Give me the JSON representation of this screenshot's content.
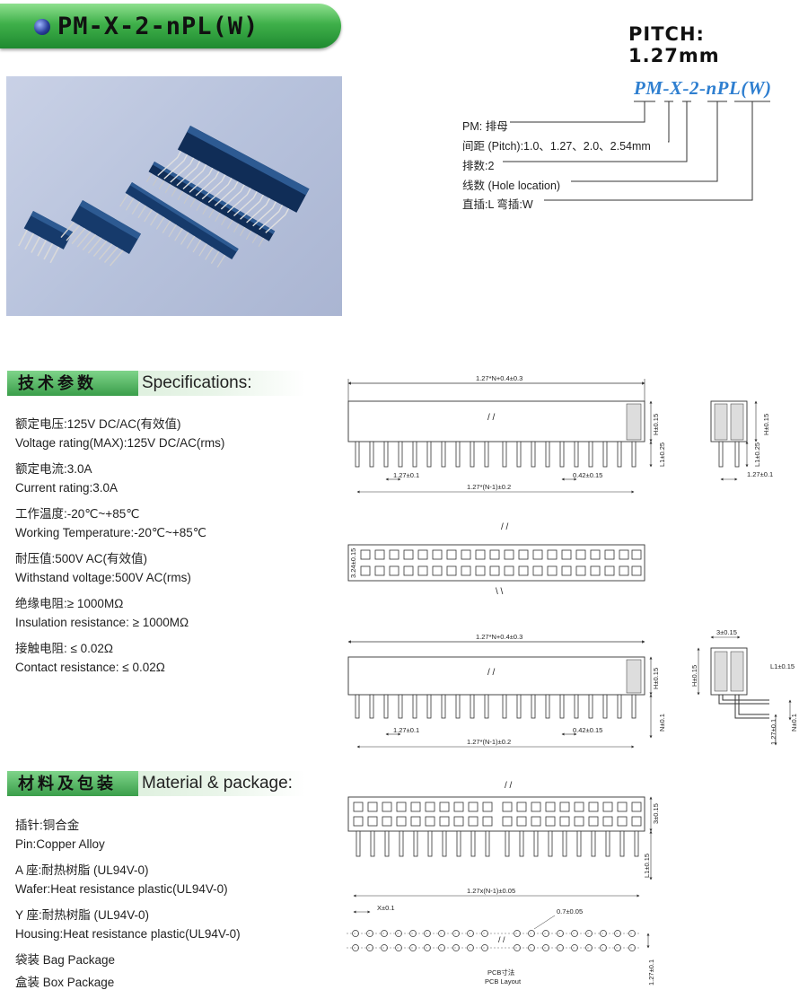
{
  "header": {
    "title": "PM-X-2-nPL(W)",
    "pitch": "PITCH: 1.27mm"
  },
  "naming": {
    "code": "PM-X-2-nPL(W)",
    "rows": [
      "PM: 排母",
      "间距 (Pitch):1.0、1.27、2.0、2.54mm",
      "排数:2",
      "线数 (Hole location)",
      "直插:L  弯插:W"
    ]
  },
  "specifications": {
    "title_cn": "技术参数",
    "title_en": "Specifications:",
    "items": [
      "额定电压:125V DC/AC(有效值)",
      "Voltage rating(MAX):125V DC/AC(rms)",
      "额定电流:3.0A",
      "Current rating:3.0A",
      "工作温度:-20℃~+85℃",
      "Working Temperature:-20℃~+85℃",
      "耐压值:500V AC(有效值)",
      "Withstand voltage:500V AC(rms)",
      "绝缘电阻:≥ 1000MΩ",
      "Insulation resistance: ≥ 1000MΩ",
      "接触电阻: ≤ 0.02Ω",
      "Contact resistance: ≤ 0.02Ω"
    ]
  },
  "material": {
    "title_cn": "材料及包装",
    "title_en": "Material & package:",
    "items": [
      "插针:铜合金",
      "Pin:Copper Alloy",
      "A 座:耐热树脂 (UL94V-0)",
      "Wafer:Heat resistance plastic(UL94V-0)",
      "Y 座:耐热树脂 (UL94V-0)",
      "Housing:Heat resistance plastic(UL94V-0)",
      "袋装  Bag Package",
      "盒装  Box Package"
    ]
  },
  "drawing": {
    "d1_top": "1.27*N+0.4±0.3",
    "d1_pitch": "1.27±0.1",
    "d1_pin": "0.42±0.15",
    "d1_span": "1.27*(N-1)±0.2",
    "d1_h": "H±0.15",
    "d1_l": "L1±0.25",
    "side1_h": "H±0.15",
    "side1_l": "L1±0.25",
    "side1_w": "1.27±0.1",
    "top_w": "3.24±0.15",
    "d2_top": "1.27*N+0.4±0.3",
    "d2_pitch": "1.27±0.1",
    "d2_pin": "0.42±0.15",
    "d2_span": "1.27*(N-1)±0.2",
    "d2_h": "H±0.15",
    "d2_n": "N±0.1",
    "side2_w": "3±0.15",
    "side2_l": "L1±0.15",
    "side2_h": "H±0.15",
    "side2_n": "N±0.1",
    "side2_p": "1.27±0.1",
    "d3_w": "3±0.15",
    "d3_l": "L1±0.15",
    "pcb_span": "1.27x(N-1)±0.05",
    "pcb_x": "X±0.1",
    "pcb_hole": "0.7±0.05",
    "pcb_p": "1.27±0.1",
    "pcb_cn": "PCB寸法",
    "pcb_en": "PCB Layout",
    "break": "/ /",
    "break2": "\\ \\"
  },
  "colors": {
    "green_dark": "#1f8a30",
    "green_light": "#8fe08f",
    "code_blue": "#2f7fd0",
    "part_navy": "#12305e"
  }
}
